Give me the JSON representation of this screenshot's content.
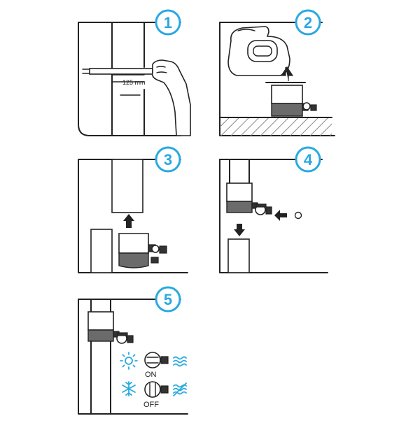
{
  "steps": [
    {
      "number": "1",
      "label": "125 mm"
    },
    {
      "number": "2"
    },
    {
      "number": "3"
    },
    {
      "number": "4"
    },
    {
      "number": "5",
      "on_label": "ON",
      "off_label": "OFF"
    }
  ],
  "colors": {
    "accent": "#29a9e1",
    "line": "#222222",
    "hatch": "#8a8a8a"
  },
  "icons": [
    "sun-icon",
    "snowflake-icon",
    "water-waves-icon",
    "water-waves-crossed-icon",
    "valve-handle-icon",
    "arrow-icon",
    "circle-icon"
  ]
}
